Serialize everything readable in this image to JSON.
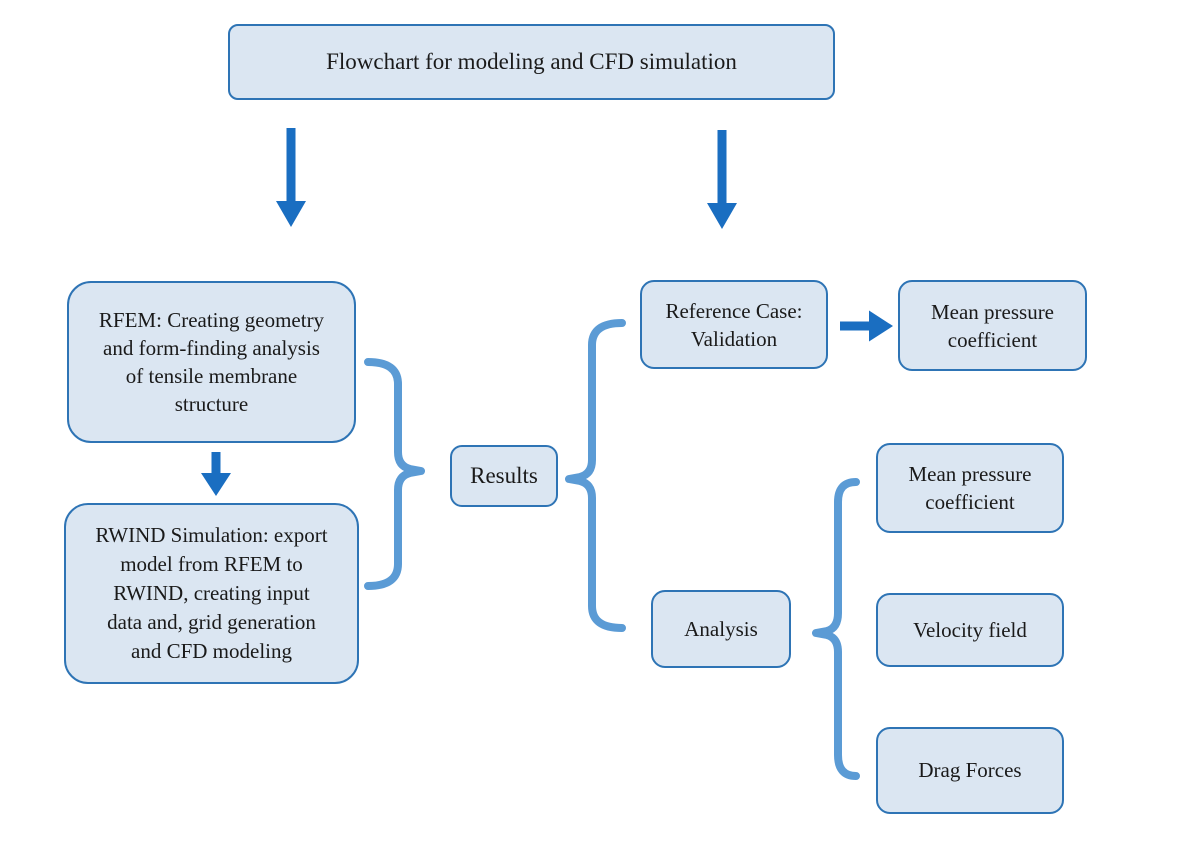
{
  "title": {
    "label": "Flowchart for modeling and CFD simulation"
  },
  "nodes": {
    "rfem": {
      "label": "RFEM: Creating geometry\nand form-finding analysis\nof tensile membrane\nstructure"
    },
    "rwind": {
      "label": "RWIND Simulation: export\nmodel from RFEM to\nRWIND, creating input\ndata and, grid generation\nand CFD modeling"
    },
    "results": {
      "label": "Results"
    },
    "reference_case": {
      "label": "Reference Case:\nValidation"
    },
    "mean_pressure_validation": {
      "label": "Mean pressure\ncoefficient"
    },
    "analysis": {
      "label": "Analysis"
    },
    "mean_pressure_analysis": {
      "label": "Mean pressure\ncoefficient"
    },
    "velocity_field": {
      "label": "Velocity field"
    },
    "drag_forces": {
      "label": "Drag Forces"
    }
  },
  "colors": {
    "box_fill": "#dbe6f2",
    "box_border": "#2e74b5",
    "arrow": "#1a6ec1",
    "brace": "#5b9bd5",
    "text": "#1a1a1a",
    "bg": "#ffffff"
  }
}
